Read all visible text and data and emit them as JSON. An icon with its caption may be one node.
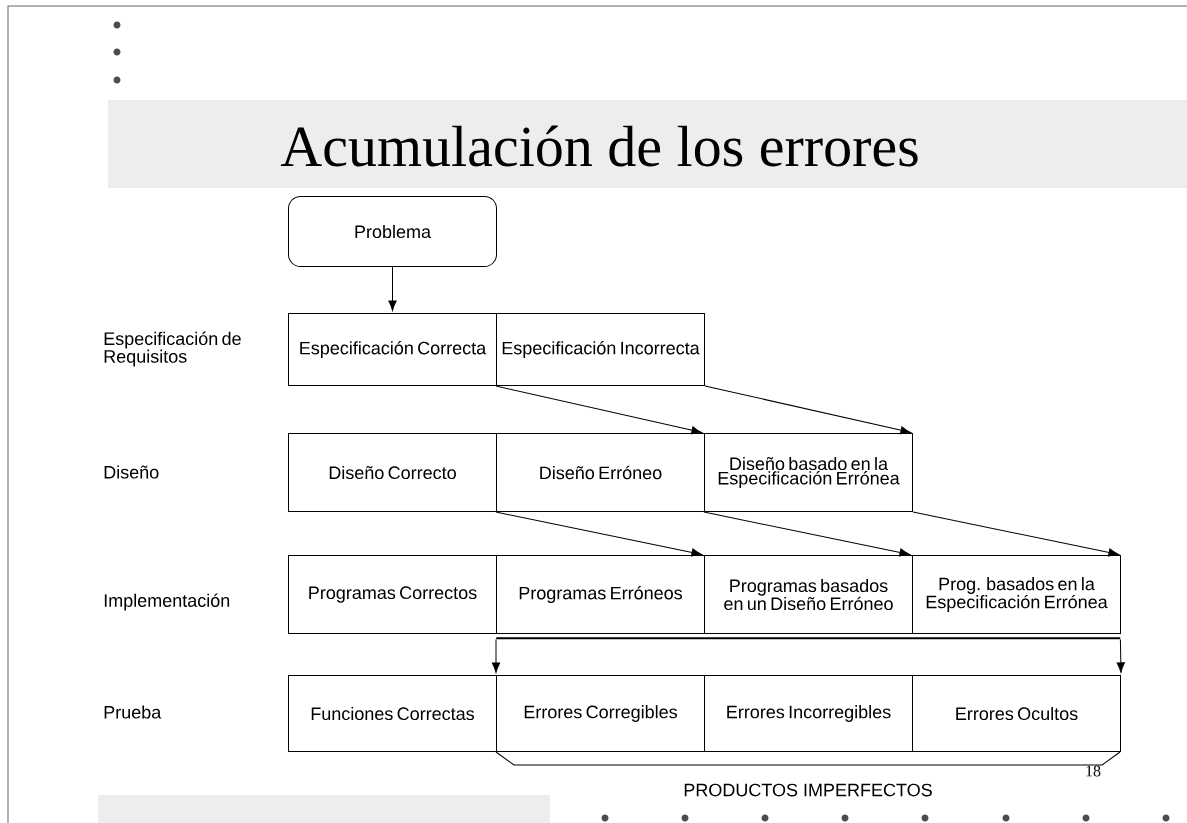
{
  "diagram": {
    "title": "Acumulación de los errores",
    "nodes": [
      {
        "text": [
          "Problema"
        ]
      },
      {
        "text": [
          "Especificación Correcta"
        ]
      },
      {
        "text": [
          "Especificación Incorrecta"
        ]
      },
      {
        "text": [
          "Diseño Correcto"
        ]
      },
      {
        "text": [
          "Diseño Erróneo"
        ]
      },
      {
        "text": [
          "Diseño basado en la Especificación Errónea"
        ]
      },
      {
        "text": [
          "Programas Correctos"
        ]
      },
      {
        "text": [
          "Programas Erróneos"
        ]
      },
      {
        "text": [
          "Programas basados en un Diseño Erróneo"
        ]
      },
      {
        "text": [
          "Prog. basados en la Especificación Errónea"
        ]
      },
      {
        "text": [],
        "shape": "bar"
      },
      {
        "text": [
          "Funciones Correctas"
        ]
      },
      {
        "text": [
          "Errores Corregibles"
        ]
      },
      {
        "text": [
          "Errores Incorregibles"
        ]
      },
      {
        "text": [
          "Errores Ocultos"
        ]
      }
    ],
    "edges": [
      {
        "from": 0,
        "to": 1,
        "arrow": "to"
      },
      {
        "from": 2,
        "to": 5,
        "arrow": "to"
      },
      {
        "from": 2,
        "to": 5,
        "arrow": "to"
      },
      {
        "from": 4,
        "to": 8,
        "arrow": "to"
      },
      {
        "from": 5,
        "to": 9,
        "arrow": "to"
      },
      {
        "from": 5,
        "to": 9,
        "arrow": "to"
      },
      {
        "from": 10,
        "to": 12,
        "arrow": "to"
      },
      {
        "from": 10,
        "to": 14,
        "arrow": "to"
      }
    ],
    "labels": [
      "Especificación de Requisitos",
      "Diseño",
      "Implementación",
      "Prueba",
      "PRODUCTOS IMPERFECTOS",
      "18"
    ]
  }
}
